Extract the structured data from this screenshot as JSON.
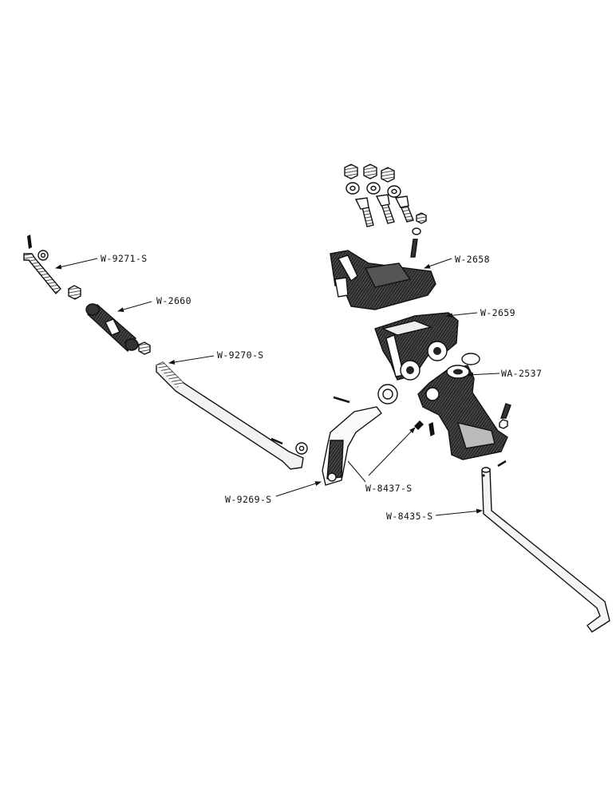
{
  "diagram": {
    "callouts": [
      {
        "id": "w9271s",
        "text": "W-9271-S"
      },
      {
        "id": "w2660",
        "text": "W-2660"
      },
      {
        "id": "w9270s",
        "text": "W-9270-S"
      },
      {
        "id": "w2658",
        "text": "W-2658"
      },
      {
        "id": "w2659",
        "text": "W-2659"
      },
      {
        "id": "wa2537",
        "text": "WA-2537"
      },
      {
        "id": "w9269s",
        "text": "W-9269-S"
      },
      {
        "id": "w8437s",
        "text": "W-8437-S"
      },
      {
        "id": "w8435s",
        "text": "W-8435-S"
      }
    ],
    "colors": {
      "ink": "#1a1a1a",
      "paper": "#ffffff"
    }
  }
}
